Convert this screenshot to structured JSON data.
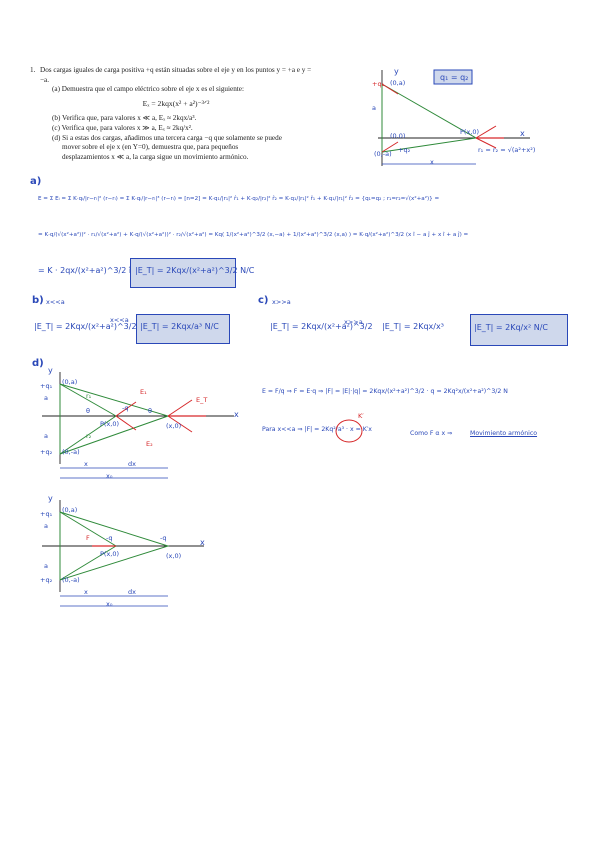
{
  "problem": {
    "number": "1.",
    "statement": "Dos cargas iguales de carga positiva +q están situadas sobre el eje y en los puntos y = +a e y = −a.",
    "part_a": "(a) Demuestra que el campo eléctrico sobre el eje x es el siguiente:",
    "formula": "Eₓ = 2kqx(x² + a²)⁻³ᐟ²",
    "part_b": "(b) Verifica que, para valores x ≪ a, Eₓ ≈ 2kqx/a³.",
    "part_c": "(c) Verifica que, para valores x ≫ a, Eₓ ≈ 2kq/x².",
    "part_d1": "(d) Si a estas dos cargas, añadimos una tercera carga −q que solamente se puede",
    "part_d2": "mover sobre el eje x (en Y=0), demuestra que, para pequeños",
    "part_d3": "desplazamientos x ≪ a, la carga sigue un movimiento armónico."
  },
  "top_diagram": {
    "label_q": "q₁ = q₂",
    "point_top": "(0,a)",
    "point_origin": "(0,0)",
    "point_bottom": "(0,-a)",
    "point_x": "P(x,0)",
    "label_y": "y",
    "label_x": "x",
    "label_a": "a",
    "label_dist": "x",
    "label_r": "r₁ = r₂ = √(a²+x²)",
    "charge_top": "+q₁",
    "charge_bottom": "+q₂"
  },
  "section_a": {
    "label": "a)",
    "line1": "E = Σ Eᵢ = Σ K·qᵢ/|r−rᵢ|² (r−rᵢ) = Σ K·qᵢ/|r−rᵢ|³ (r−rᵢ) = [n=2] = K·q₁/|r₁|² r̂₁ + K·q₂/|r₂|² r̂₂ = K·q₁/|r₁|² r̂₁ + K·q₁/|r₁|² r̂₂ = {q₁=q₂ ; r₁=r₂=√(x²+a²)} =",
    "line2": "= K·q/(√(x²+a²))² · r₁/√(x²+a²) + K·q/(√(x²+a²))² · r₂/√(x²+a²) = Kq( 1/(x²+a²)^3/2 (x,−a) + 1/(x²+a²)^3/2 (x,a) ) = K·q/(x²+a²)^3/2 (x î − a ĵ + x î + a ĵ) =",
    "line3": "= K · 2qx/(x²+a²)^3/2 î",
    "result": "|E_T| = 2Kqx/(x²+a²)^3/2 N/C"
  },
  "section_b": {
    "label": "b)",
    "condition": "x<<a",
    "left": "|E_T| = 2Kqx/(x²+a²)^3/2",
    "arrow": "x<<a",
    "result": "|E_T| = 2Kqx/a³ N/C"
  },
  "section_c": {
    "label": "c)",
    "condition": "x>>a",
    "left": "|E_T| = 2Kqx/(x²+a²)^3/2",
    "arrow": "x>>a",
    "mid": "|E_T| = 2Kqx/x³",
    "result": "|E_T| = 2Kq/x² N/C"
  },
  "section_d": {
    "label": "d)",
    "eq1": "E = F/q ⇒ F = E·q ⇒ |F| = |E|·|q| = 2Kqx/(x²+a²)^3/2 · q = 2Kq²x/(x²+a²)^3/2 N",
    "eq2": "Para x<<a ⇒ |F| = 2Kq²/a³ · x = K′x",
    "eq3_prefix": "Como F α x ⇒",
    "eq3_result": "Movimiento armónico",
    "label_k": "K′"
  },
  "diagram_d1": {
    "top": "(0,a)",
    "top_charge": "+q₁",
    "bottom": "(0,-a)",
    "bottom_charge": "+q₂",
    "origin": "P(x,0)",
    "mid": "(x,0)",
    "label_a": "a",
    "label_y": "y",
    "label_x": "x",
    "label_dx": "dx",
    "label_xo": "x₀",
    "label_theta": "θ",
    "label_r1": "r₁",
    "label_r2": "r₂",
    "e1": "E₁",
    "e2": "E₂",
    "et": "E_T",
    "charge_neg": "-q"
  },
  "diagram_d2": {
    "top": "(0,a)",
    "top_charge": "+q₁",
    "bottom": "(0,-a)",
    "bottom_charge": "+q₂",
    "mid": "(x,0)",
    "origin": "P(x,0)",
    "label_a": "a",
    "label_y": "y",
    "label_x": "x",
    "label_dx": "dx",
    "label_xo": "x₀",
    "f": "F",
    "charge_neg": "-q"
  },
  "colors": {
    "ink": "#2a48b8",
    "highlight": "#cfd8ec",
    "green": "#2f8a3a",
    "red": "#d6282a"
  }
}
